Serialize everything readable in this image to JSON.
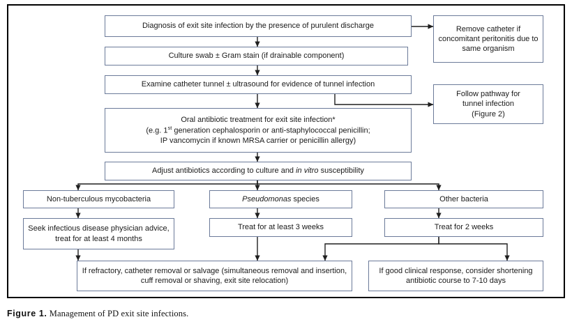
{
  "figure": {
    "caption_label": "Figure 1.",
    "caption_text": " Management of PD exit site infections."
  },
  "colors": {
    "box_border": "#6b7a99",
    "frame_border": "#000000",
    "connector": "#1f1f1f",
    "background": "#ffffff",
    "text": "#1a1a1a"
  },
  "flowchart": {
    "type": "flowchart",
    "title": "Management of PD exit site infections",
    "nodes": {
      "diagnosis": "Diagnosis of exit site infection by the presence of purulent discharge",
      "remove_catheter": "Remove catheter if concomitant peritonitis due to same organism",
      "culture_swab": "Culture swab ± Gram stain (if drainable component)",
      "examine_tunnel": "Examine catheter tunnel ± ultrasound for evidence of tunnel infection",
      "follow_pathway": "Follow pathway for tunnel infection (Figure 2)",
      "follow_pathway_line1": "Follow pathway for",
      "follow_pathway_line2": "tunnel infection",
      "follow_pathway_line3": "(Figure 2)",
      "oral_antibiotic_line1": "Oral antibiotic treatment for exit site infection*",
      "oral_antibiotic_line2_a": "(e.g. 1",
      "oral_antibiotic_line2_sup": "st",
      "oral_antibiotic_line2_b": " generation cephalosporin or anti-staphylococcal penicillin;",
      "oral_antibiotic_line3": "IP vancomycin if known MRSA carrier or penicillin allergy)",
      "adjust_antibiotics_a": "Adjust antibiotics according to culture and ",
      "adjust_antibiotics_ital": "in vitro",
      "adjust_antibiotics_b": " susceptibility",
      "non_tuberculous": "Non-tuberculous mycobacteria",
      "pseudomonas_ital": "Pseudomonas",
      "pseudomonas_rest": " species",
      "other_bacteria": "Other bacteria",
      "seek_infectious": "Seek infectious disease physician advice, treat for at least 4 months",
      "treat_3_weeks": "Treat for at least 3 weeks",
      "treat_2_weeks": "Treat for 2 weeks",
      "if_refractory": "If refractory, catheter removal or salvage (simultaneous removal and insertion, cuff removal or shaving, exit site relocation)",
      "if_good_response": "If good clinical response, consider shortening antibiotic course to 7-10 days"
    },
    "edges": [
      {
        "from": "diagnosis",
        "to": "remove_catheter",
        "style": "arrow-right"
      },
      {
        "from": "diagnosis",
        "to": "culture_swab",
        "style": "arrow-down"
      },
      {
        "from": "culture_swab",
        "to": "examine_tunnel",
        "style": "arrow-down"
      },
      {
        "from": "examine_tunnel",
        "to": "follow_pathway",
        "style": "arrow-elbow-right"
      },
      {
        "from": "examine_tunnel",
        "to": "oral_antibiotic",
        "style": "arrow-down"
      },
      {
        "from": "oral_antibiotic",
        "to": "adjust_antibiotics",
        "style": "arrow-down"
      },
      {
        "from": "adjust_antibiotics",
        "to": "non_tuberculous",
        "style": "arrow-branch-left"
      },
      {
        "from": "adjust_antibiotics",
        "to": "pseudomonas",
        "style": "arrow-down"
      },
      {
        "from": "adjust_antibiotics",
        "to": "other_bacteria",
        "style": "arrow-branch-right"
      },
      {
        "from": "non_tuberculous",
        "to": "seek_infectious",
        "style": "arrow-down"
      },
      {
        "from": "pseudomonas",
        "to": "treat_3_weeks",
        "style": "arrow-down"
      },
      {
        "from": "other_bacteria",
        "to": "treat_2_weeks",
        "style": "arrow-down"
      },
      {
        "from": "seek_infectious",
        "to": "if_refractory",
        "style": "arrow-down"
      },
      {
        "from": "treat_3_weeks",
        "to": "if_refractory",
        "style": "arrow-down"
      },
      {
        "from": "treat_2_weeks",
        "to": "if_refractory",
        "style": "arrow-branch-left"
      },
      {
        "from": "treat_2_weeks",
        "to": "if_good_response",
        "style": "arrow-branch-right"
      }
    ]
  }
}
